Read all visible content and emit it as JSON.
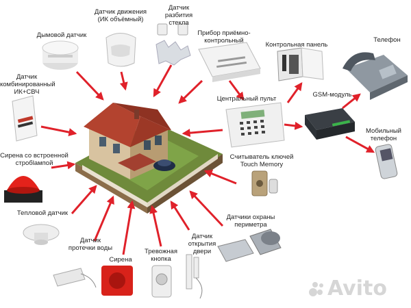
{
  "colors": {
    "arrow": "#e0212a",
    "label": "#222222"
  },
  "labels": {
    "motion": "Датчик движения\n(ИК объёмный)",
    "glass": "Датчик\nразбития стекла",
    "smoke": "Дымовой датчик",
    "panel_device": "Прибор приёмно-\nконтрольный",
    "control_panel": "Контрольная панель",
    "phone": "Телефон",
    "combined": "Датчик\nкомбинированный\nИК+СВЧ",
    "central": "Центральный пульт",
    "gsm": "GSM-модуль",
    "mobile": "Мобильный\nтелефон",
    "siren_strobe": "Сирена со встроенной\nстробlампой",
    "key_reader": "Считыватель ключей\nTouch Memory",
    "heat": "Тепловой датчик",
    "perimeter": "Датчики охраны\nпериметра",
    "water": "Датчик\nпротечки воды",
    "siren": "Сирена",
    "alarm_button": "Тревожная\nкнопка",
    "door": "Датчик\nоткрытия двери"
  },
  "watermark": "Avito"
}
